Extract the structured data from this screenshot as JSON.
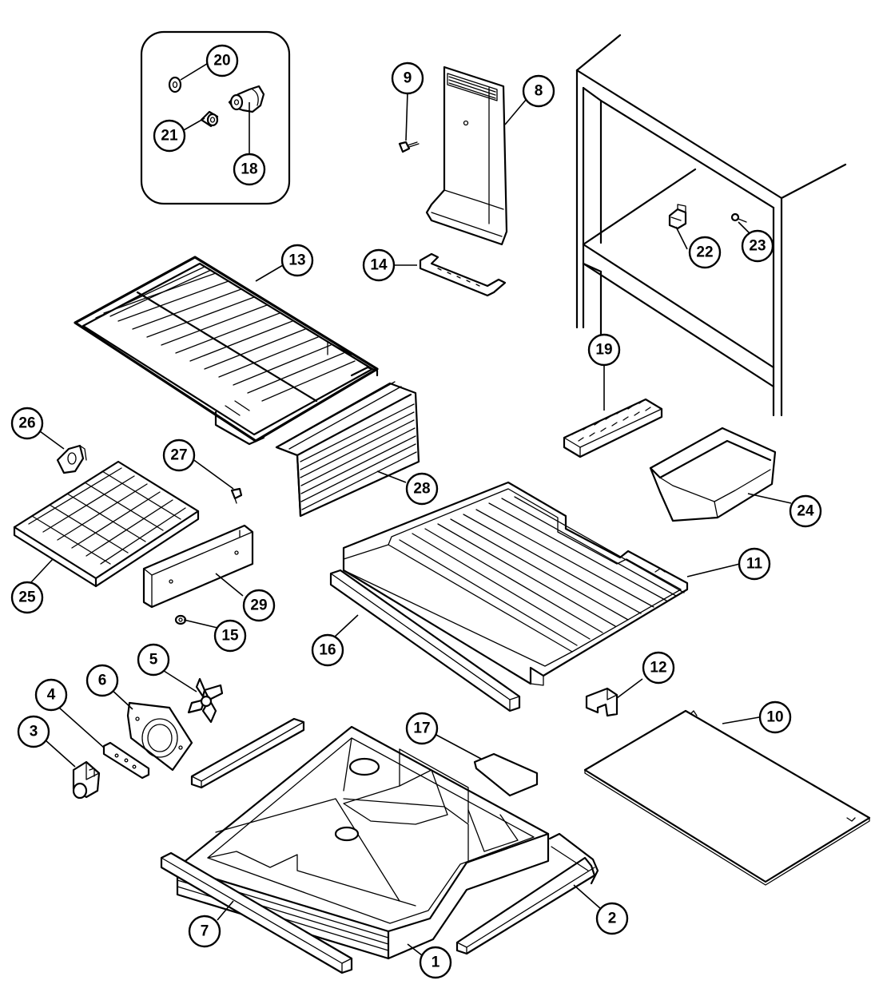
{
  "diagram": {
    "callouts": [
      {
        "id": "c1",
        "number": "1"
      },
      {
        "id": "c2",
        "number": "2"
      },
      {
        "id": "c3",
        "number": "3"
      },
      {
        "id": "c4",
        "number": "4"
      },
      {
        "id": "c5",
        "number": "5"
      },
      {
        "id": "c6",
        "number": "6"
      },
      {
        "id": "c7",
        "number": "7"
      },
      {
        "id": "c8",
        "number": "8"
      },
      {
        "id": "c9",
        "number": "9"
      },
      {
        "id": "c10",
        "number": "10"
      },
      {
        "id": "c11",
        "number": "11"
      },
      {
        "id": "c12",
        "number": "12"
      },
      {
        "id": "c13",
        "number": "13"
      },
      {
        "id": "c14",
        "number": "14"
      },
      {
        "id": "c15",
        "number": "15"
      },
      {
        "id": "c16",
        "number": "16"
      },
      {
        "id": "c17",
        "number": "17"
      },
      {
        "id": "c18",
        "number": "18"
      },
      {
        "id": "c19",
        "number": "19"
      },
      {
        "id": "c20",
        "number": "20"
      },
      {
        "id": "c21",
        "number": "21"
      },
      {
        "id": "c22",
        "number": "22"
      },
      {
        "id": "c23",
        "number": "23"
      },
      {
        "id": "c24",
        "number": "24"
      },
      {
        "id": "c25",
        "number": "25"
      },
      {
        "id": "c26",
        "number": "26"
      },
      {
        "id": "c27",
        "number": "27"
      },
      {
        "id": "c28",
        "number": "28"
      },
      {
        "id": "c29",
        "number": "29"
      }
    ],
    "colors": {
      "line": "#000000",
      "background": "#ffffff"
    }
  }
}
